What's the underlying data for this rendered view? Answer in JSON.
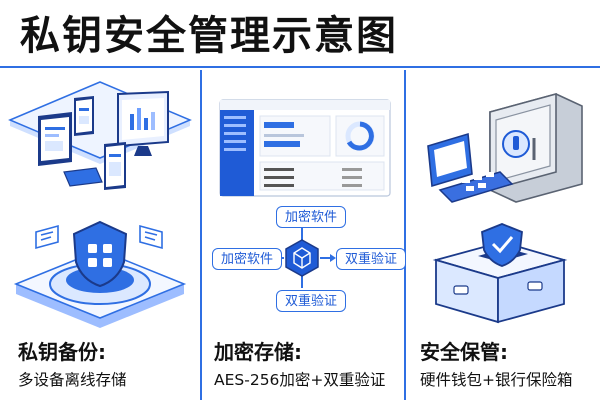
{
  "header": {
    "title": "私钥安全管理示意图"
  },
  "panels": [
    {
      "id": "backup",
      "heading": "私钥备份:",
      "subtitle": "多设备离线存储"
    },
    {
      "id": "storage",
      "heading": "加密存储:",
      "subtitle": "AES-256加密+双重验证",
      "diagram": {
        "top": "加密软件",
        "left": "加密软件",
        "right": "双重验证",
        "bottom": "双重验证"
      }
    },
    {
      "id": "custody",
      "heading": "安全保管:",
      "subtitle": "硬件钱包+银行保险箱"
    }
  ],
  "colors": {
    "accent": "#2f6fe3",
    "accent_light": "#dbe8ff",
    "dark_blue": "#1b3a8a",
    "steel": "#c7ced8"
  }
}
